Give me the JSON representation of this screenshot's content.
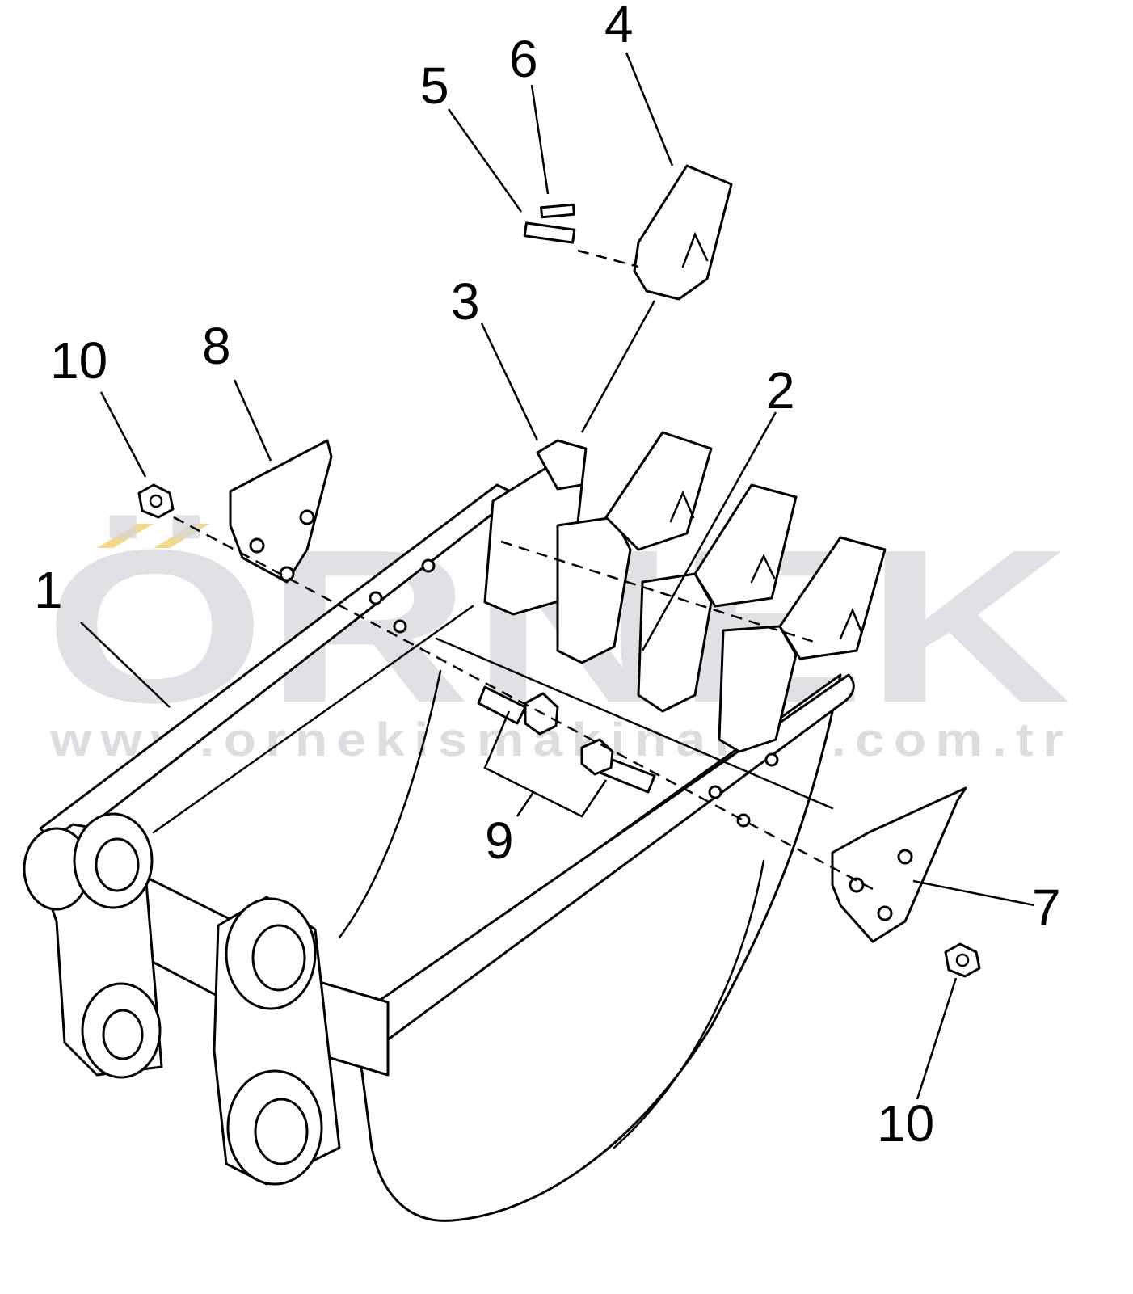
{
  "watermark": {
    "brand": "ÖRNEK",
    "url": "www.ornekismakinalari.com.tr",
    "text_color": "#d8d6dc",
    "accent_color": "#f3d98a"
  },
  "callouts": {
    "c1": "1",
    "c2": "2",
    "c3": "3",
    "c4": "4",
    "c5": "5",
    "c6": "6",
    "c7": "7",
    "c8": "8",
    "c9": "9",
    "c10a": "10",
    "c10b": "10"
  }
}
